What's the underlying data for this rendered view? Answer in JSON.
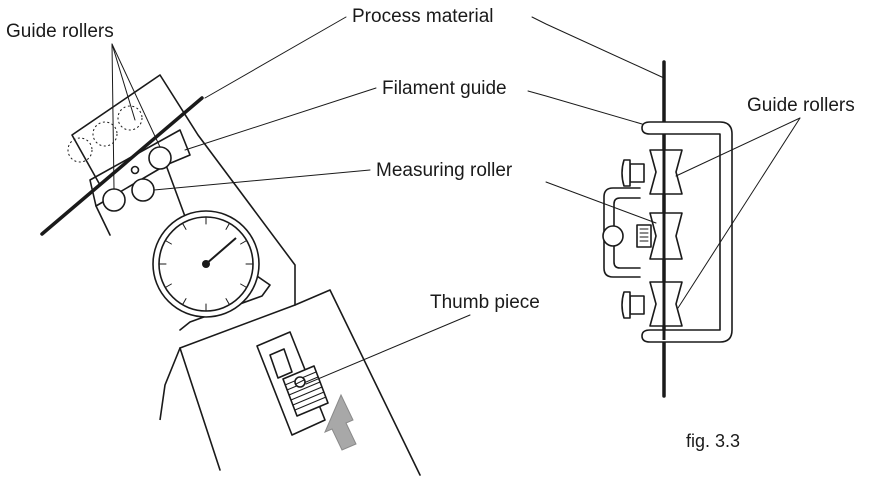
{
  "labels": {
    "guide_rollers_left": "Guide rollers",
    "process_material": "Process material",
    "filament_guide": "Filament guide",
    "measuring_roller": "Measuring roller",
    "guide_rollers_right": "Guide rollers",
    "thumb_piece": "Thumb piece",
    "figure_caption": "fig. 3.3"
  },
  "colors": {
    "ink": "#1a1a1a",
    "arrow_fill": "#a8a8a8",
    "background": "#ffffff"
  }
}
